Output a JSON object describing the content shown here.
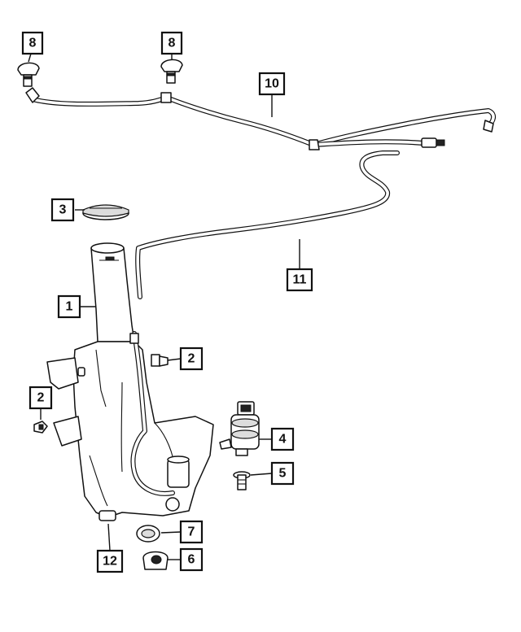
{
  "callouts": [
    {
      "id": "c8a",
      "label": "8"
    },
    {
      "id": "c8b",
      "label": "8"
    },
    {
      "id": "c10",
      "label": "10"
    },
    {
      "id": "c3",
      "label": "3"
    },
    {
      "id": "c11",
      "label": "11"
    },
    {
      "id": "c1",
      "label": "1"
    },
    {
      "id": "c2a",
      "label": "2"
    },
    {
      "id": "c2b",
      "label": "2"
    },
    {
      "id": "c4",
      "label": "4"
    },
    {
      "id": "c5",
      "label": "5"
    },
    {
      "id": "c7",
      "label": "7"
    },
    {
      "id": "c6",
      "label": "6"
    },
    {
      "id": "c12",
      "label": "12"
    }
  ]
}
